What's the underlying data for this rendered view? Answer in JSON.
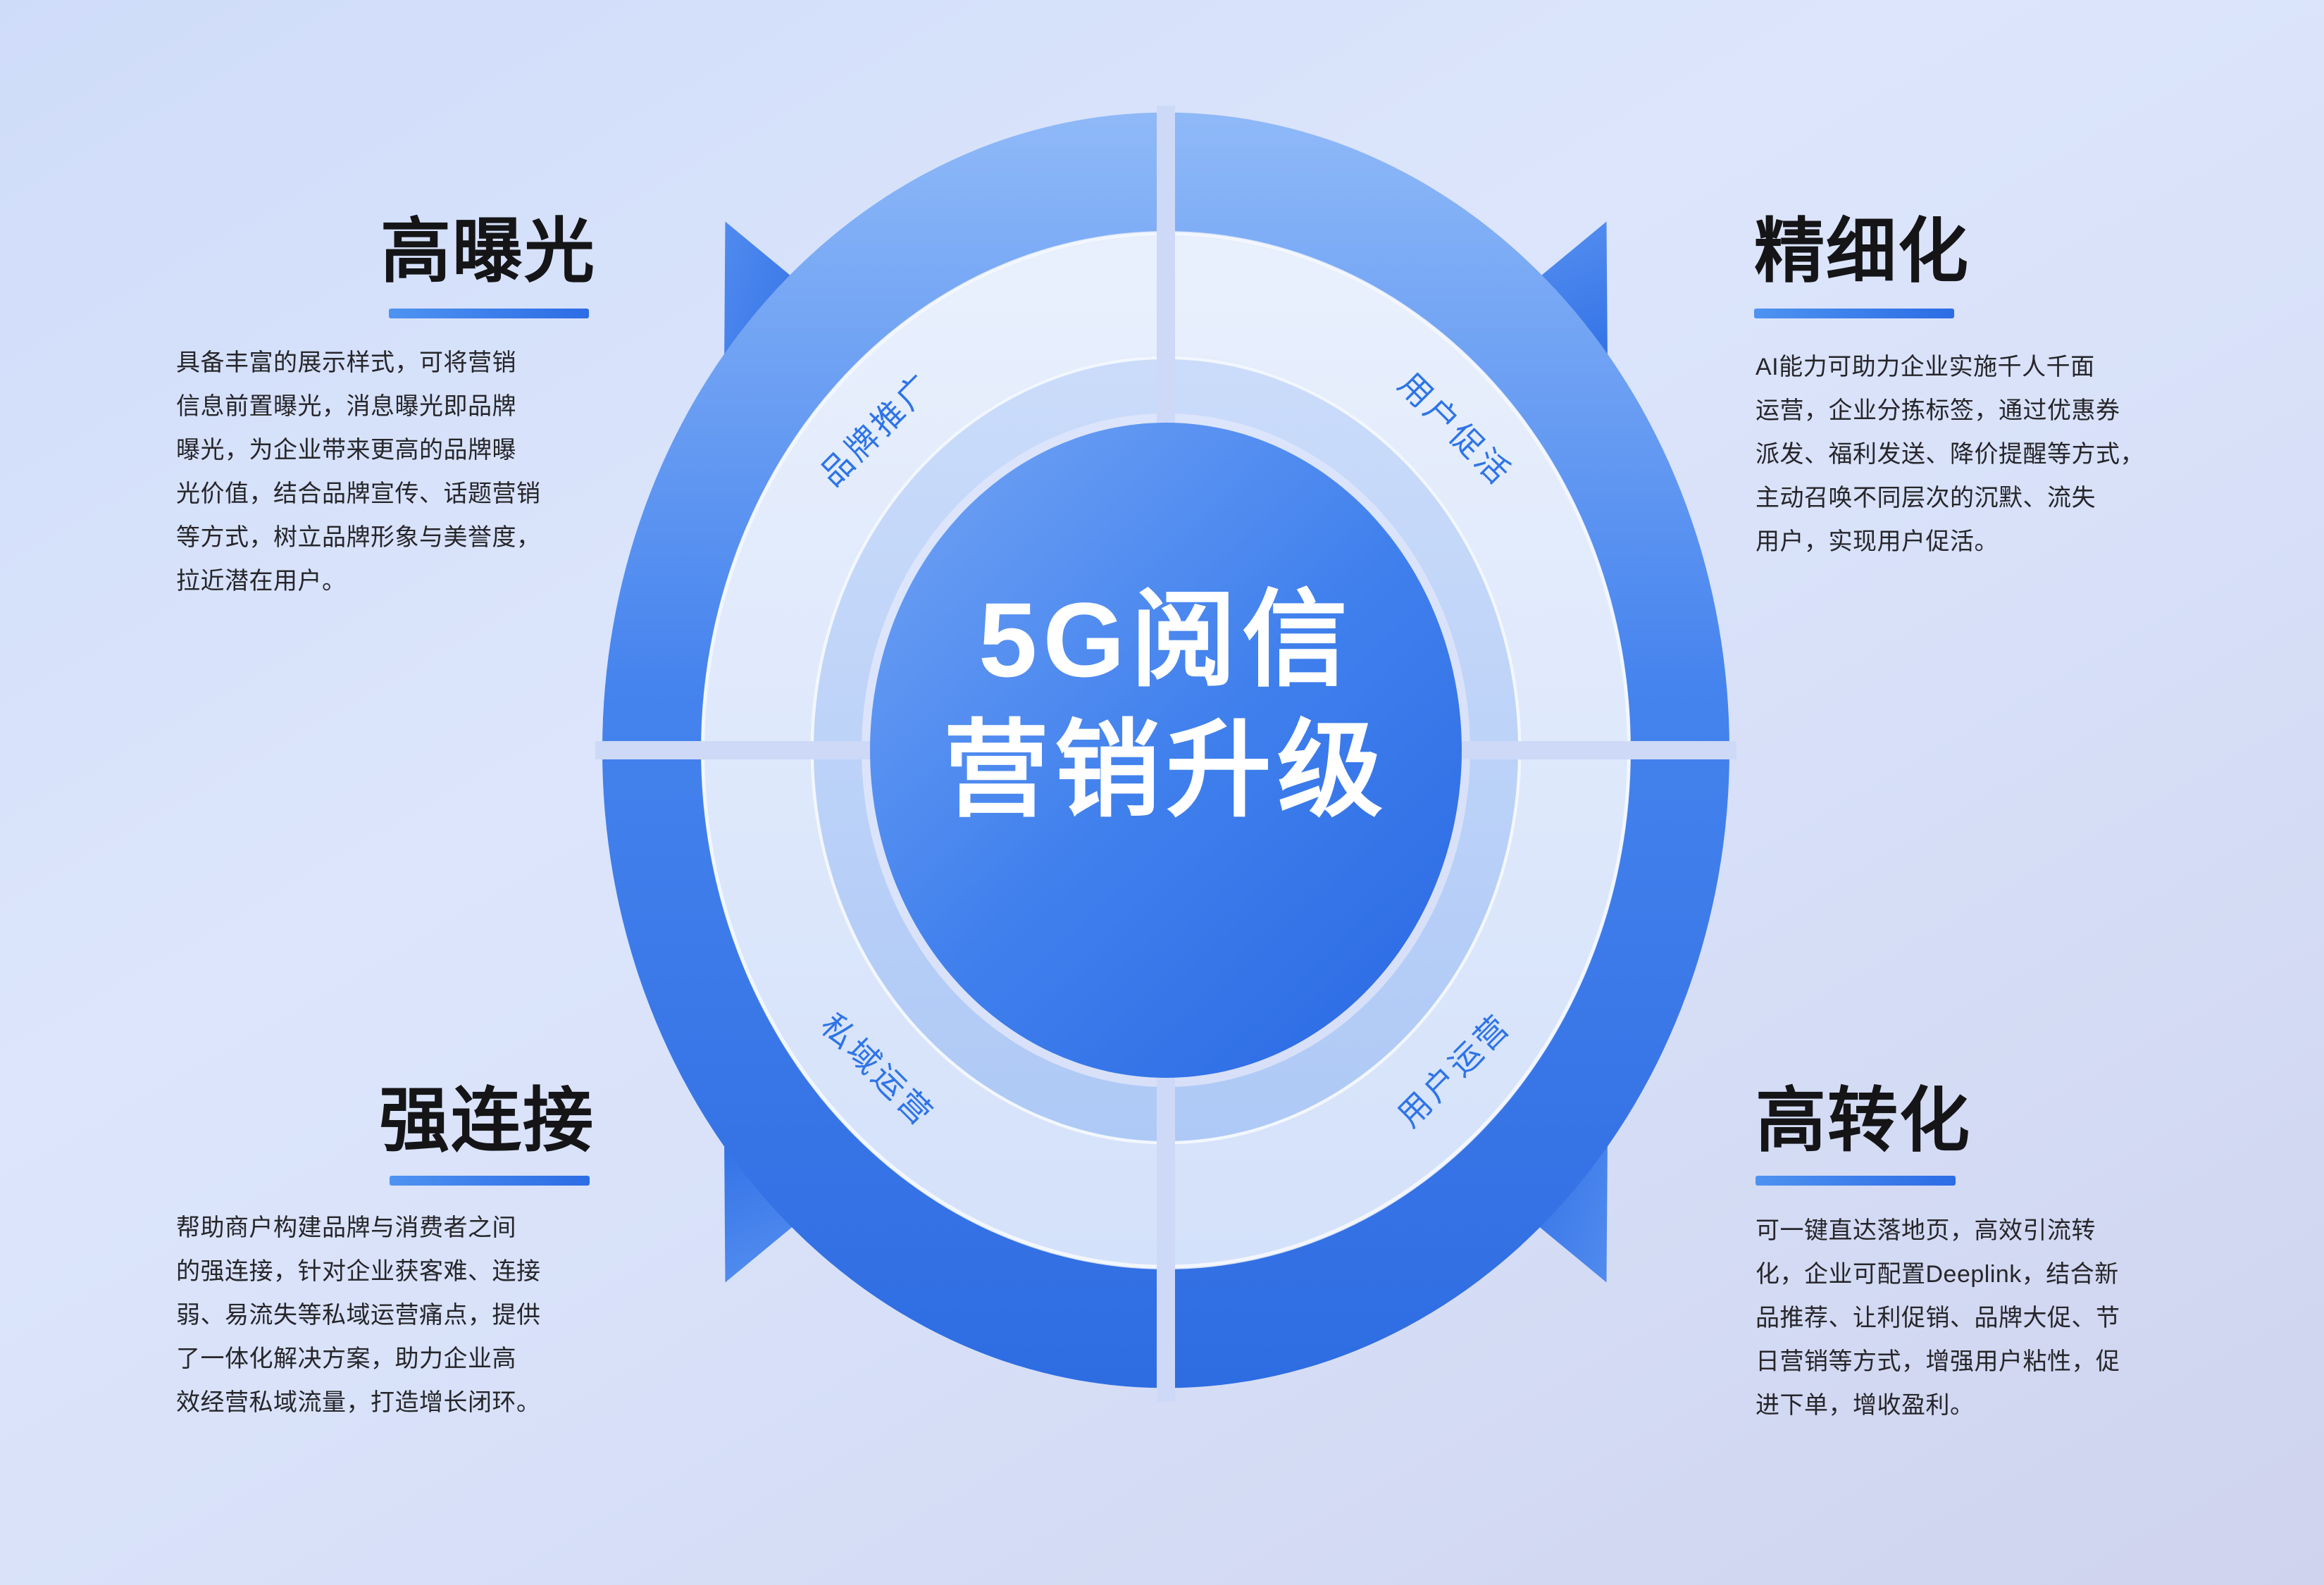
{
  "center": {
    "title_line1": "5G阅信",
    "title_line2": "营销升级"
  },
  "ring_labels": {
    "top_left": "品牌推广",
    "top_right": "用户促活",
    "bottom_left": "私域运营",
    "bottom_right": "用户运营"
  },
  "sections": {
    "top_left": {
      "heading": "高曝光",
      "body": "具备丰富的展示样式，可将营销\n信息前置曝光，消息曝光即品牌\n曝光，为企业带来更高的品牌曝\n光价值，结合品牌宣传、话题营销\n等方式，树立品牌形象与美誉度，\n拉近潜在用户。"
    },
    "top_right": {
      "heading": "精细化",
      "body": "AI能力可助力企业实施千人千面\n运营，企业分拣标签，通过优惠券\n派发、福利发送、降价提醒等方式，\n主动召唤不同层次的沉默、流失\n用户，实现用户促活。"
    },
    "bottom_left": {
      "heading": "强连接",
      "body": "帮助商户构建品牌与消费者之间\n的强连接，针对企业获客难、连接\n弱、易流失等私域运营痛点，提供\n了一体化解决方案，助力企业高\n效经营私域流量，打造增长闭环。"
    },
    "bottom_right": {
      "heading": "高转化",
      "body": "可一键直达落地页，高效引流转\n化，企业可配置Deeplink，结合新\n品推荐、让利促销、品牌大促、节\n日营销等方式，增强用户粘性，促\n进下单，增收盈利。"
    }
  },
  "colors": {
    "accent_blue": "#2D6FE6",
    "ring_label_blue": "#2E74E8",
    "outer_ring_light": "#8FB9F8",
    "outer_ring_dark": "#2E6CE2",
    "center_circle": "#3E7EEC",
    "heading_text": "#151517",
    "body_text": "#26262A",
    "background_light": "#DCE5FB"
  }
}
